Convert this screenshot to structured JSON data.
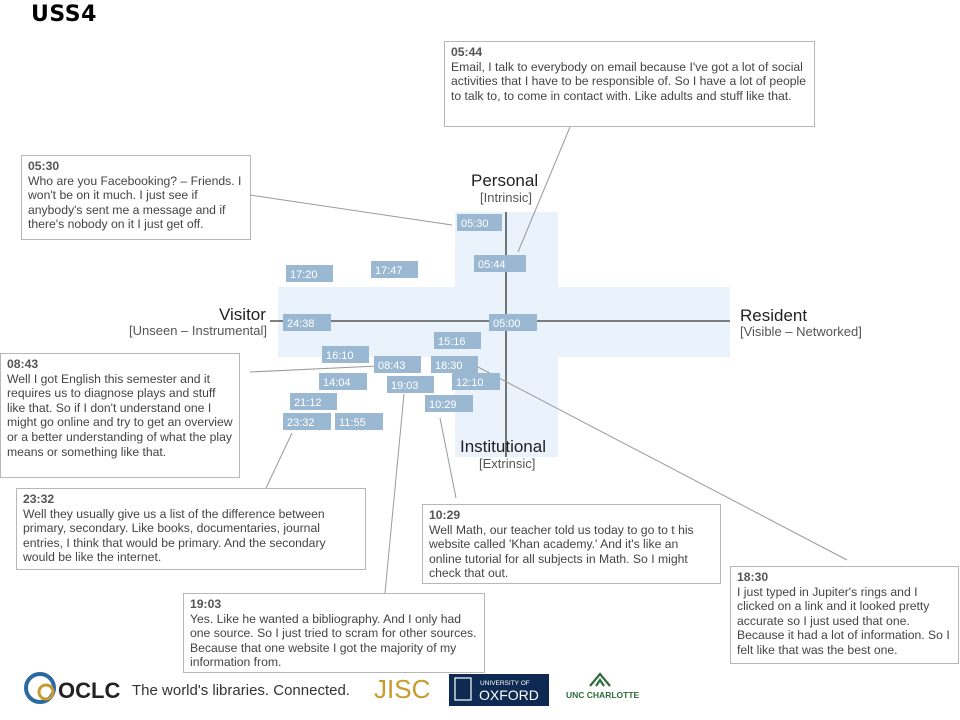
{
  "title": "USS4",
  "axes": {
    "top": {
      "label": "Personal",
      "sub": "[Intrinsic]"
    },
    "bottom": {
      "label": "Institutional",
      "sub": "[Extrinsic]"
    },
    "left": {
      "label": "Visitor",
      "sub": "[Unseen – Instrumental]"
    },
    "right": {
      "label": "Resident",
      "sub": "[Visible – Networked]"
    }
  },
  "markers": [
    "05:30",
    "05:44",
    "17:20",
    "17:47",
    "24:38",
    "05:00",
    "15:16",
    "16:10",
    "08:43",
    "18:30",
    "14:04",
    "19:03",
    "12:10",
    "21:12",
    "10:29",
    "23:32",
    "11:55"
  ],
  "callouts": [
    {
      "ts": "05:44",
      "text": "Email, I talk to everybody on email because I've got a lot of social activities that I have to be responsible of. So I have a lot of people to talk to, to come in contact with. Like adults and stuff like that."
    },
    {
      "ts": "05:30",
      "text": "Who are you Facebooking? – Friends. I won't be on it much.  I just see if anybody's sent me a message and if there's nobody on it I just get off."
    },
    {
      "ts": "08:43",
      "text": "Well I got English this semester and it requires us to diagnose plays and stuff like that.  So if I don't understand one I might go online and try to get an overview or a better understanding of what the play means or something like that."
    },
    {
      "ts": "23:32",
      "text": "Well they usually give us a list of the difference between primary, secondary.  Like books, documentaries, journal entries, I think that would be primary.  And the secondary would be like the internet."
    },
    {
      "ts": "10:29",
      "text": "Well Math, our teacher told us today to go to t his website called 'Khan academy.'  And it's like an online tutorial for all subjects in Math.  So I might check that out."
    },
    {
      "ts": "18:30",
      "text": "I just typed in Jupiter's rings and I clicked on a link and it looked pretty accurate so I just used that one. Because it had a lot of information. So I felt like that was the best one."
    },
    {
      "ts": "19:03",
      "text": "Yes.  Like he wanted a bibliography.  And I only had one source.  So I just tried to scram for other sources. Because that one website I got the majority of my information from."
    }
  ],
  "footer": {
    "oclc": "OCLC",
    "tagline": "The world's libraries. Connected.",
    "jisc": "JISC",
    "oxford_top": "UNIVERSITY OF",
    "oxford": "OXFORD",
    "unc": "UNC CHARLOTTE"
  },
  "colors": {
    "marker": "#9bb8d2",
    "band": "#eaf2fb",
    "axis": "#555555",
    "callout_border": "#b7b7b7",
    "oclc_blue": "#2a6a9e",
    "jisc_gold": "#c99a2e",
    "oxford_navy": "#0f2a52",
    "unc_green": "#2f6b3a"
  }
}
